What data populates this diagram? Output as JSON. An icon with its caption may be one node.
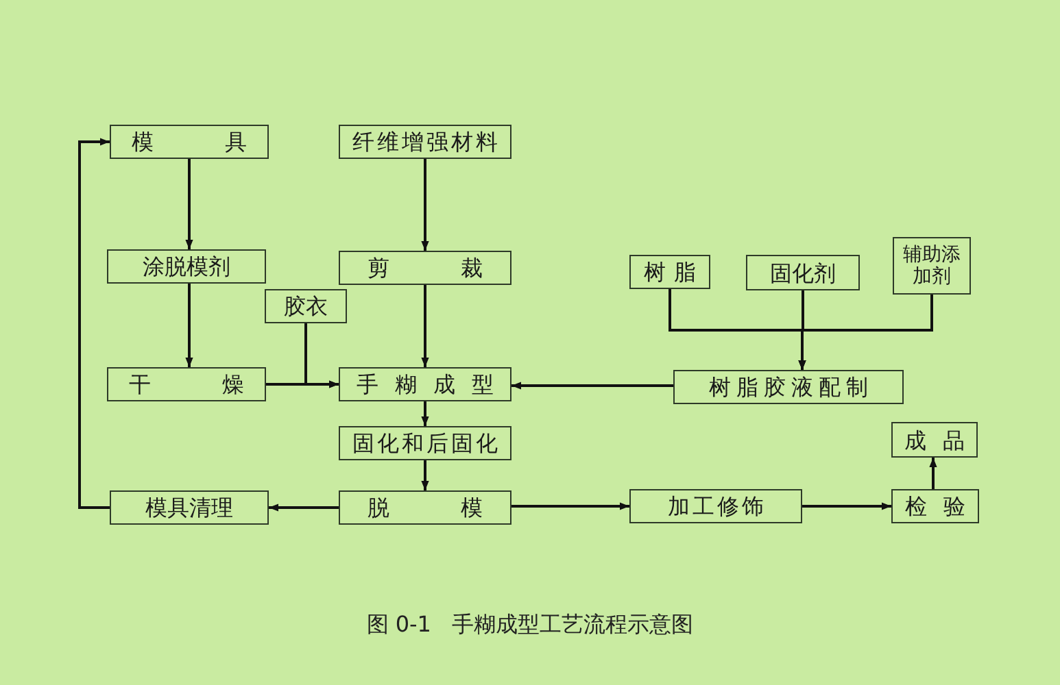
{
  "diagram": {
    "caption": "图 0-1   手糊成型工艺流程示意图",
    "nodes": [
      {
        "text": [
          "模具"
        ]
      },
      {
        "text": [
          "纤维增强材料"
        ]
      },
      {
        "text": [
          "涂脱模剂"
        ]
      },
      {
        "text": [
          "剪裁"
        ]
      },
      {
        "text": [
          "胶衣"
        ]
      },
      {
        "text": [
          "树脂"
        ]
      },
      {
        "text": [
          "固化剂"
        ]
      },
      {
        "text": [
          "辅助添加剂"
        ]
      },
      {
        "text": [
          "干燥"
        ]
      },
      {
        "text": [
          "手糊成型"
        ]
      },
      {
        "text": [
          "树脂胶液配制"
        ]
      },
      {
        "text": [
          "固化和后固化"
        ]
      },
      {
        "text": [
          "成品"
        ]
      },
      {
        "text": [
          "模具清理"
        ]
      },
      {
        "text": [
          "脱模"
        ]
      },
      {
        "text": [
          "加工修饰"
        ]
      },
      {
        "text": [
          "检验"
        ]
      }
    ],
    "edges": [
      {
        "from": 0,
        "to": 2,
        "arrow": "to"
      },
      {
        "from": 1,
        "to": 3,
        "arrow": "to"
      },
      {
        "from": 2,
        "to": 8,
        "arrow": "to"
      },
      {
        "from": 3,
        "to": 9,
        "arrow": "to"
      },
      {
        "from": 4,
        "to": 9,
        "arrow": "to"
      },
      {
        "from": 8,
        "to": 9,
        "arrow": "to"
      },
      {
        "from": 10,
        "to": 9,
        "arrow": "to"
      },
      {
        "from": 5,
        "to": 10,
        "arrow": "to"
      },
      {
        "from": 6,
        "to": 10,
        "arrow": "to"
      },
      {
        "from": 7,
        "to": 10,
        "arrow": "to"
      },
      {
        "from": 9,
        "to": 11,
        "arrow": "to"
      },
      {
        "from": 11,
        "to": 14,
        "arrow": "to"
      },
      {
        "from": 14,
        "to": 13,
        "arrow": "to"
      },
      {
        "from": 13,
        "to": 0,
        "arrow": "to"
      },
      {
        "from": 14,
        "to": 15,
        "arrow": "to"
      },
      {
        "from": 15,
        "to": 16,
        "arrow": "to"
      },
      {
        "from": 16,
        "to": 12,
        "arrow": "to"
      }
    ]
  }
}
